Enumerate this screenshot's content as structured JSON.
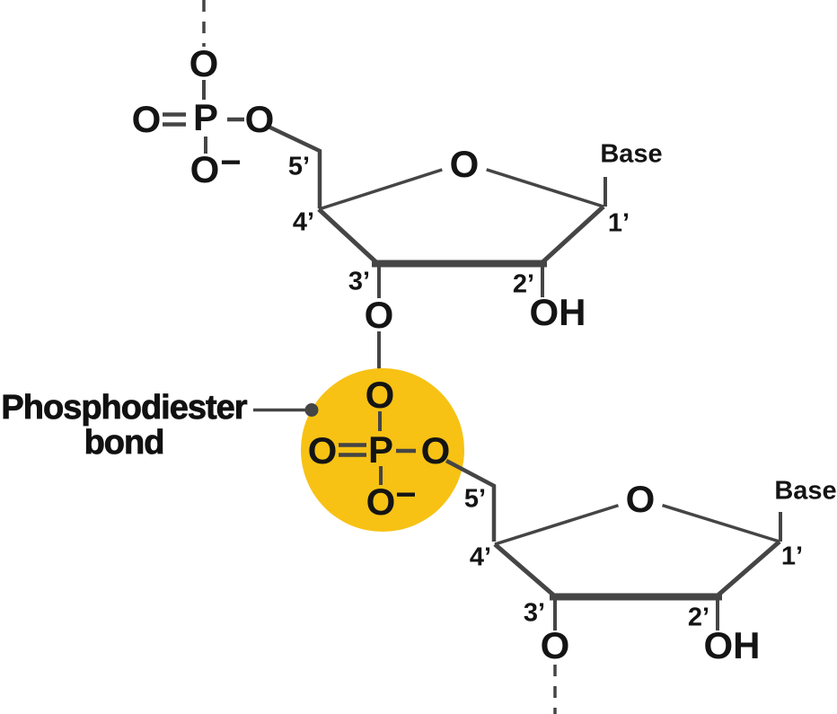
{
  "colors": {
    "bond": "#454545",
    "text": "#141414",
    "highlight": "#F7C214",
    "ring_fill": "#FFFFFF"
  },
  "annotation": {
    "line1": "Phosphodiester",
    "line2": "bond"
  },
  "upper_phosphate": {
    "o_up": "O",
    "o_double": "O",
    "p": "P",
    "o_ester": "O",
    "o_down": "O",
    "charge": "−"
  },
  "upper_sugar": {
    "c5": "5’",
    "c4": "4’",
    "c3": "3’",
    "c2": "2’",
    "c1": "1’",
    "ring_o": "O",
    "base": "Base",
    "oh": "OH",
    "o3": "O"
  },
  "diester_phosphate": {
    "o_up": "O",
    "o_double": "O",
    "p": "P",
    "o_ester": "O",
    "o_down": "O",
    "charge": "−"
  },
  "lower_sugar": {
    "c5": "5’",
    "c4": "4’",
    "c3": "3’",
    "c2": "2’",
    "c1": "1’",
    "ring_o": "O",
    "base": "Base",
    "oh": "OH",
    "o3": "O"
  }
}
